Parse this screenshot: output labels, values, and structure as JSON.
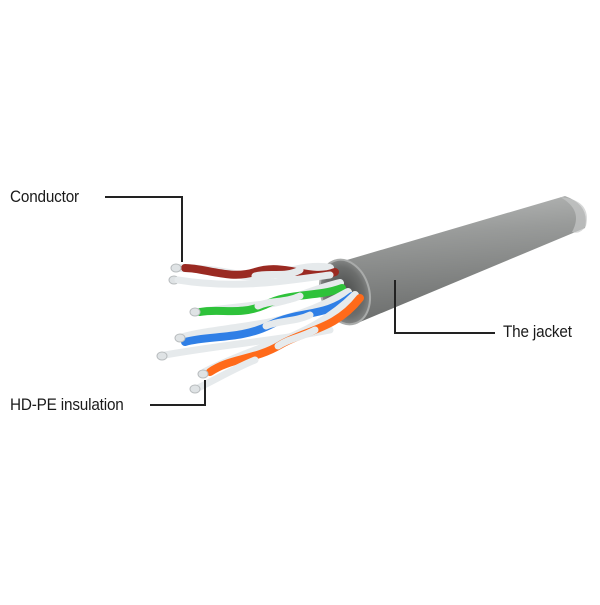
{
  "labels": {
    "conductor": "Conductor",
    "insulation": "HD-PE insulation",
    "jacket": "The jacket"
  },
  "colors": {
    "jacket": "#8f9190",
    "jacket_shadow": "#6f7170",
    "jacket_highlight": "#b4b6b5",
    "wire_brown": "#9a2a22",
    "wire_green": "#2ec23a",
    "wire_blue": "#2f7fe6",
    "wire_orange": "#ff6a1a",
    "wire_white": "#e6eaec",
    "leader_line": "#222222",
    "text": "#1a1a1a"
  }
}
